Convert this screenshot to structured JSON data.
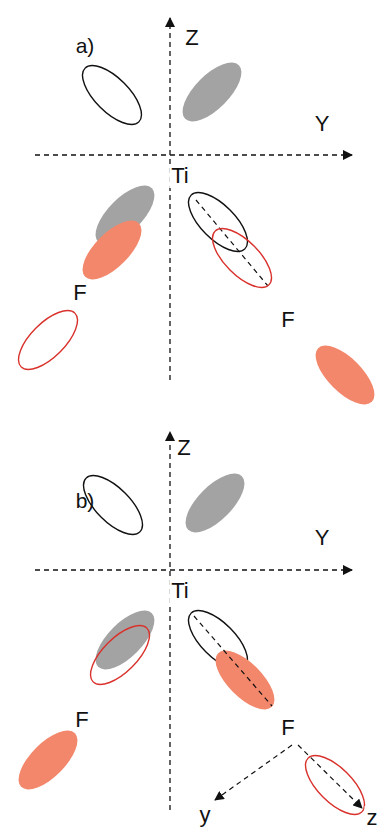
{
  "diagram": {
    "labels": [
      "a)",
      "Z",
      "Y",
      "Ti",
      "F",
      "F",
      "b)",
      "Z",
      "Y",
      "Ti",
      "F",
      "F",
      "y",
      "z"
    ]
  }
}
